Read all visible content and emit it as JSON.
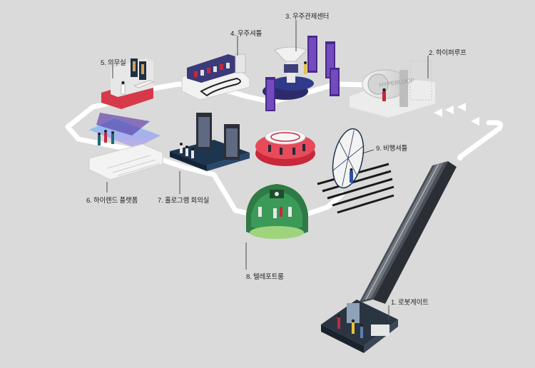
{
  "stations": [
    {
      "id": 1,
      "label": "1. 로봇게이트"
    },
    {
      "id": 2,
      "label": "2. 하이퍼루프"
    },
    {
      "id": 3,
      "label": "3. 우주관제센터"
    },
    {
      "id": 4,
      "label": "4. 우주셔틀"
    },
    {
      "id": 5,
      "label": "5. 의무실"
    },
    {
      "id": 6,
      "label": "6. 하이랜드 플랫폼"
    },
    {
      "id": 7,
      "label": "7. 홀로그램 회의실"
    },
    {
      "id": 8,
      "label": "8. 텔레포트룸"
    },
    {
      "id": 9,
      "label": "9. 비행셔틀"
    }
  ],
  "hyperloop_sign": "HYPERLOOP",
  "colors": {
    "background": "#dadada",
    "path": "#ffffff",
    "purple": "#4b2a8c",
    "green": "#2f7a45",
    "red": "#c8283a",
    "navy": "#1f3550",
    "arrow": "#ffffff"
  }
}
